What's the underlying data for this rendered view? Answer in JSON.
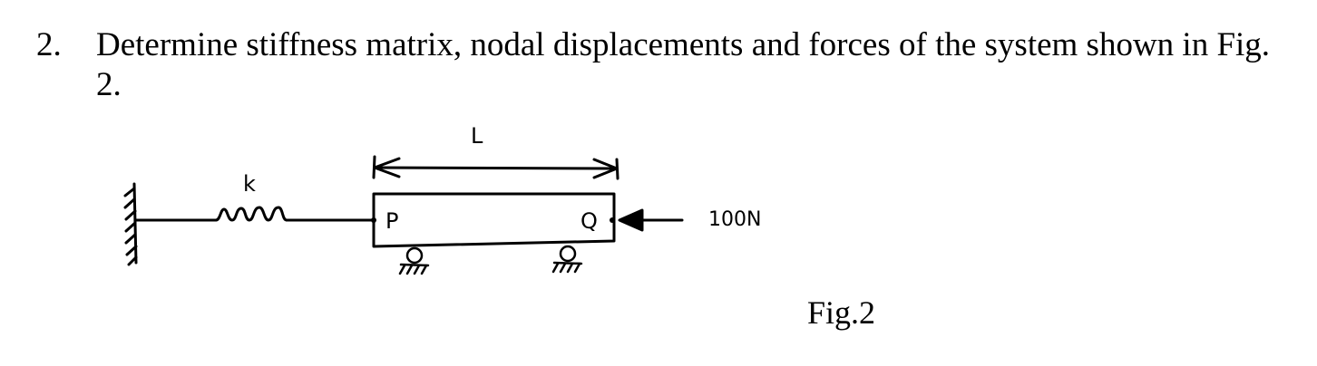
{
  "question": {
    "number": "2.",
    "text": "Determine stiffness matrix, nodal displacements and forces of the system shown in Fig. 2."
  },
  "figure": {
    "length_label": "L",
    "spring_label": "k",
    "node_left_label": "P",
    "node_right_label": "Q",
    "force_label": "100N",
    "caption": "Fig.2"
  }
}
